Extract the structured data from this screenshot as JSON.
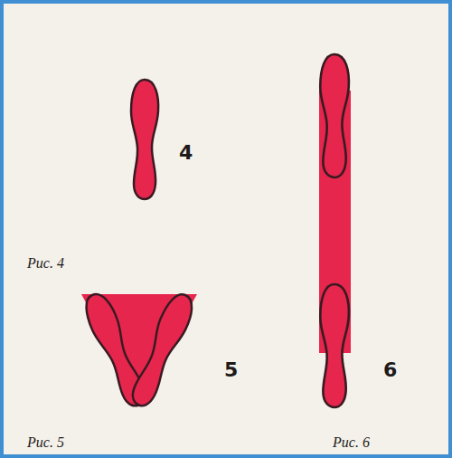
{
  "diagram": {
    "labels": [
      "4",
      "Рис. 4",
      "5",
      "Рис. 5",
      "6",
      "Рис. 6"
    ]
  }
}
